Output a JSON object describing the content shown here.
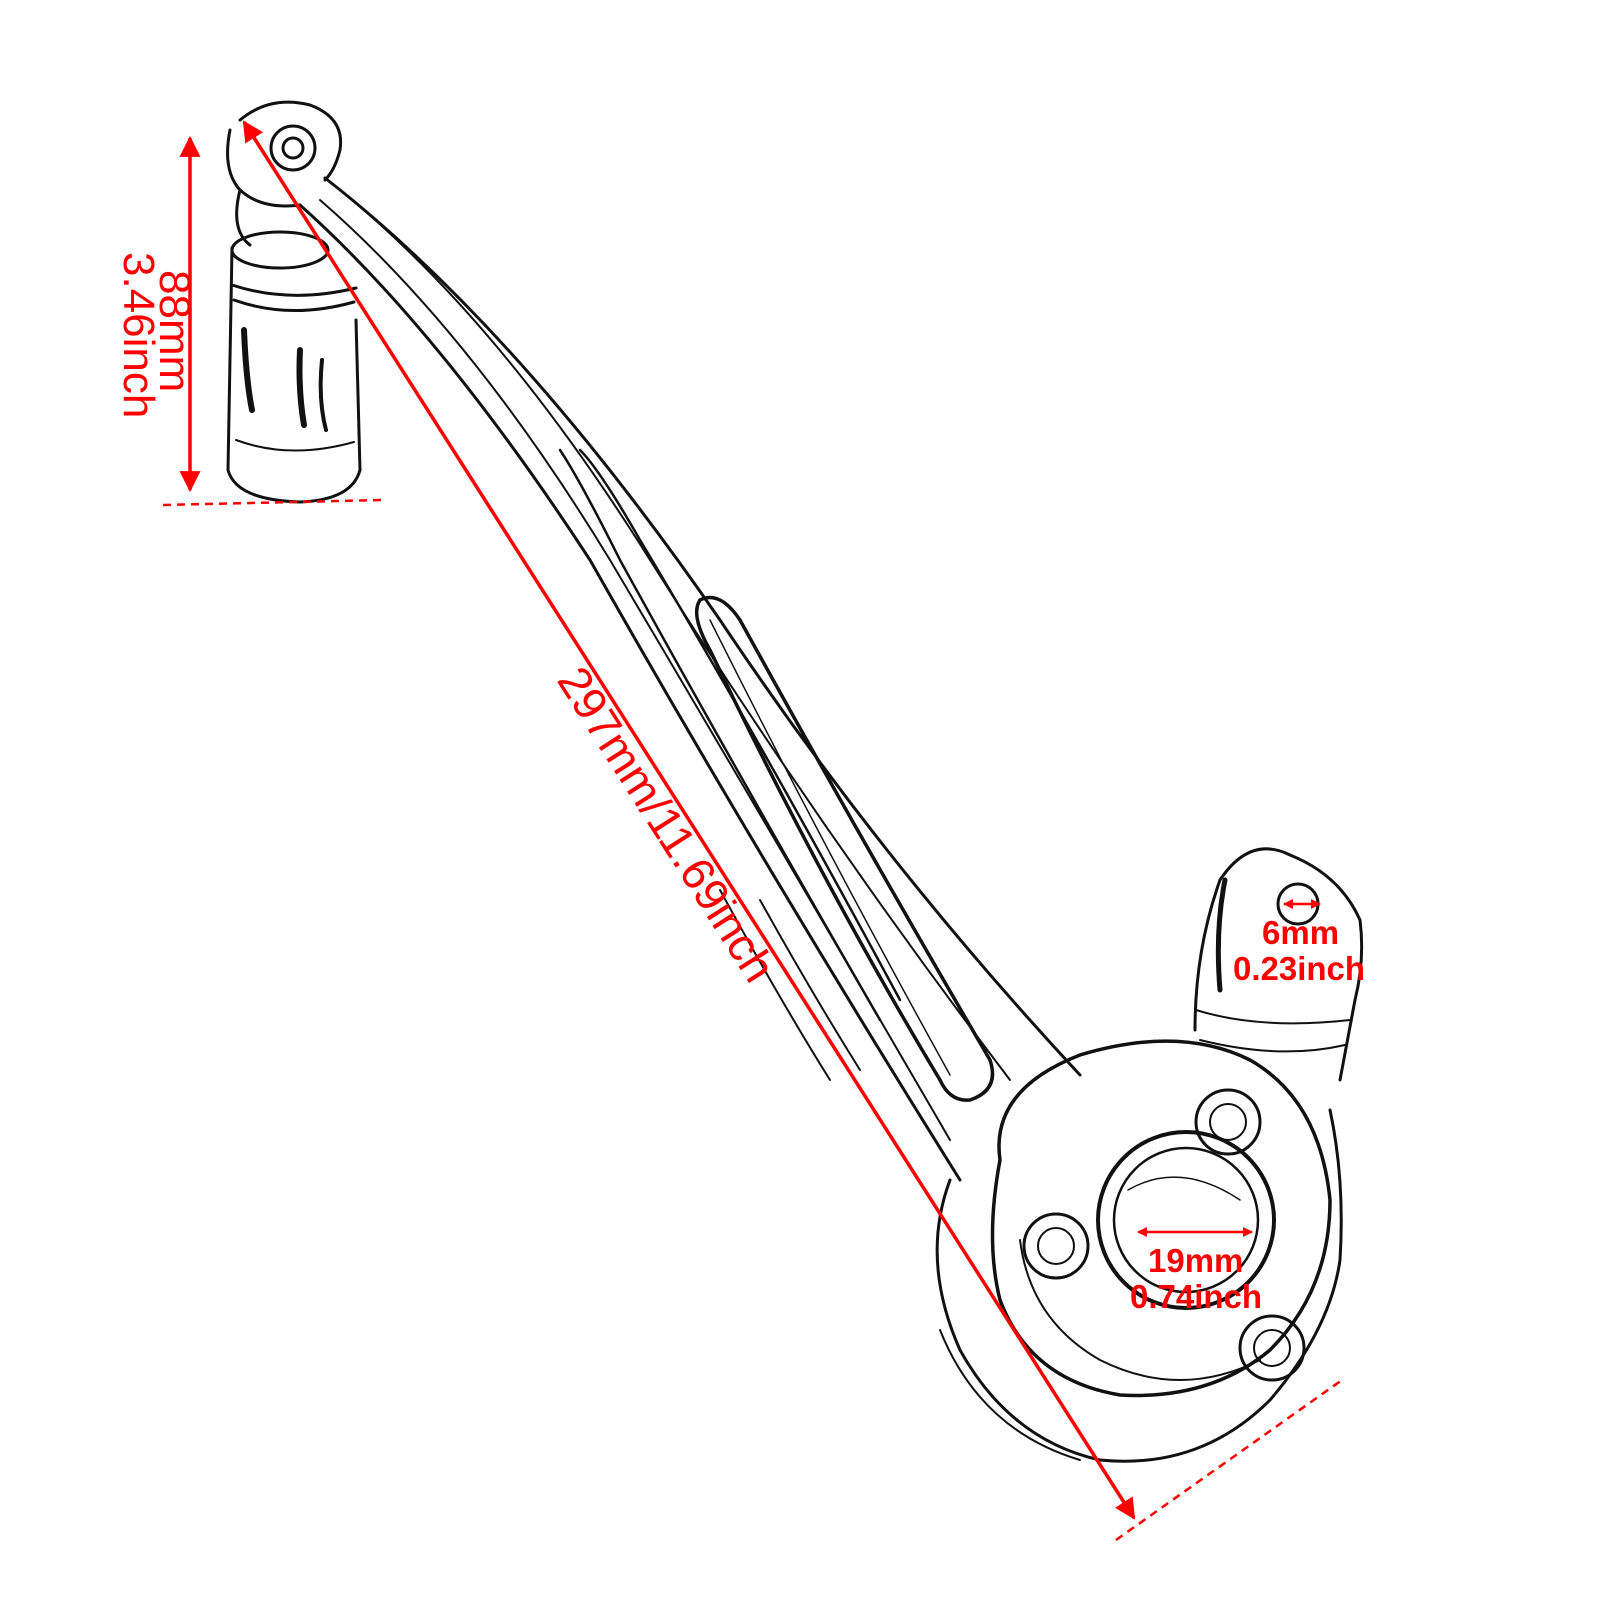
{
  "dimensions": {
    "height": {
      "mm": "88mm",
      "inch": "3.46inch"
    },
    "length": {
      "label": "297mm/11.69inch"
    },
    "hole_small": {
      "mm": "6mm",
      "inch": "0.23inch"
    },
    "hole_center": {
      "mm": "19mm",
      "inch": "0.74inch"
    }
  },
  "colors": {
    "dimension": "#ff0000",
    "outline": "#111111",
    "background": "#ffffff"
  }
}
